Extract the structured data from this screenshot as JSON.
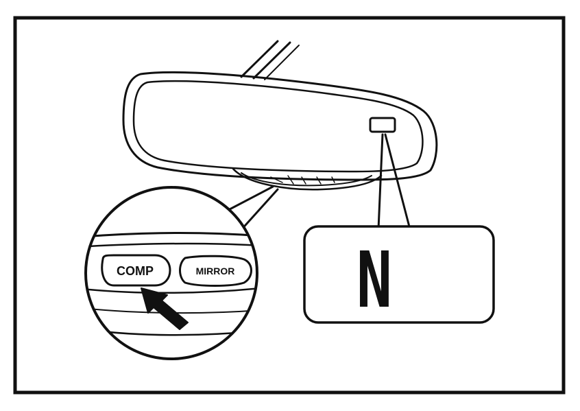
{
  "buttons": {
    "comp_label": "COMP",
    "mirror_label": "MIRROR"
  },
  "display": {
    "character": "N"
  },
  "icons": {
    "press_indicator": "arrow-icon"
  },
  "colors": {
    "ink": "#111111",
    "background": "#ffffff"
  }
}
